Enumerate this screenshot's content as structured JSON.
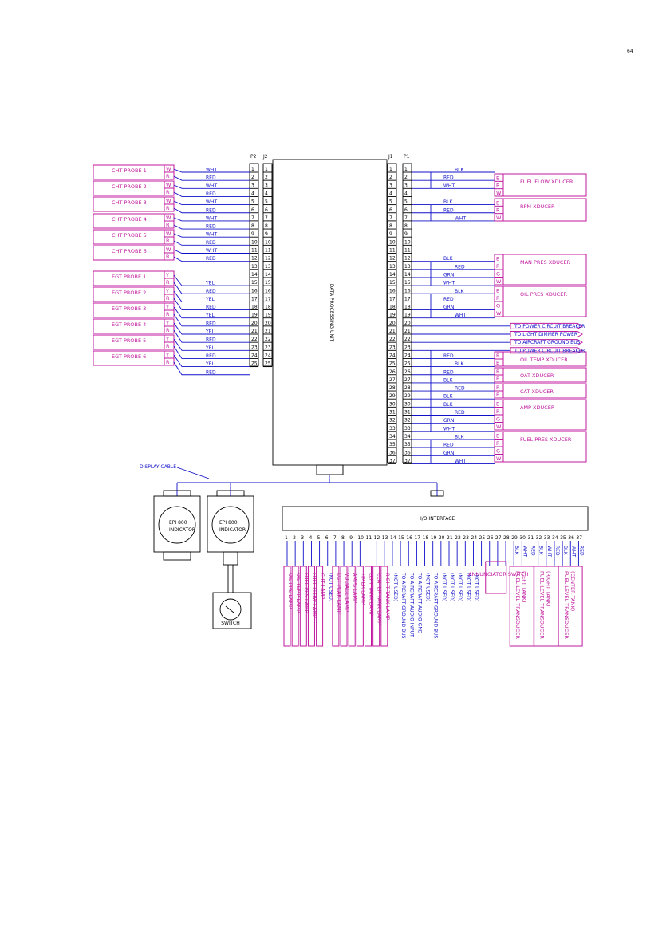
{
  "page_number": "64",
  "connectors": {
    "p2": "P2",
    "j2": "J2",
    "j1": "J1",
    "p1": "P1"
  },
  "dpu_label": "DATA PROCESSING UNIT",
  "display_cable_label": "DISPLAY CABLE",
  "io_interface_label": "I/O INTERFACE",
  "switch_label": "SWITCH",
  "indicators": [
    {
      "model": "EPI 800",
      "sub": "INDICATOR"
    },
    {
      "model": "EPI 800",
      "sub": "INDICATOR"
    }
  ],
  "left_probes": [
    {
      "name": "CHT PROBE   1",
      "pins": [
        "W",
        "R"
      ],
      "wires": [
        "WHT",
        "RED"
      ]
    },
    {
      "name": "CHT PROBE   2",
      "pins": [
        "W",
        "R"
      ],
      "wires": [
        "WHT",
        "RED"
      ]
    },
    {
      "name": "CHT PROBE   3",
      "pins": [
        "W",
        "R"
      ],
      "wires": [
        "WHT",
        "RED"
      ]
    },
    {
      "name": "CHT PROBE   4",
      "pins": [
        "W",
        "R"
      ],
      "wires": [
        "WHT",
        "RED"
      ]
    },
    {
      "name": "CHT PROBE   5",
      "pins": [
        "W",
        "R"
      ],
      "wires": [
        "WHT",
        "RED"
      ]
    },
    {
      "name": "CHT PROBE   6",
      "pins": [
        "W",
        "R"
      ],
      "wires": [
        "WHT",
        "RED"
      ]
    },
    {
      "name": "EGT PROBE   1",
      "pins": [
        "Y",
        "R"
      ],
      "wires": [
        "YEL",
        "RED"
      ]
    },
    {
      "name": "EGT PROBE   2",
      "pins": [
        "Y",
        "R"
      ],
      "wires": [
        "YEL",
        "RED"
      ]
    },
    {
      "name": "EGT PROBE   3",
      "pins": [
        "Y",
        "R"
      ],
      "wires": [
        "YEL",
        "RED"
      ]
    },
    {
      "name": "EGT PROBE   4",
      "pins": [
        "Y",
        "R"
      ],
      "wires": [
        "YEL",
        "RED"
      ]
    },
    {
      "name": "EGT PROBE   5",
      "pins": [
        "Y",
        "R"
      ],
      "wires": [
        "YEL",
        "RED"
      ]
    },
    {
      "name": "EGT PROBE   6",
      "pins": [
        "Y",
        "R"
      ],
      "wires": [
        "YEL",
        "RED"
      ]
    }
  ],
  "right_pin_wires": [
    "BLK",
    "RED",
    "WHT",
    "",
    "BLK",
    "RED",
    "WHT",
    "",
    "",
    "",
    "",
    "BLK",
    "RED",
    "GRN",
    "WHT",
    "BLK",
    "RED",
    "GRN",
    "WHT",
    "",
    "",
    "",
    "",
    "RED",
    "BLK",
    "RED",
    "BLK",
    "RED",
    "BLK",
    "BLK",
    "RED",
    "GRN",
    "WHT",
    "BLK",
    "RED",
    "GRN",
    "WHT"
  ],
  "right_boxes": [
    {
      "name": "FUEL FLOW XDUCER",
      "pins": [
        "B",
        "R",
        "W"
      ]
    },
    {
      "name": "RPM XDUCER",
      "pins": [
        "B",
        "R",
        "W"
      ]
    },
    {
      "name": "MAN PRES XDUCER",
      "pins": [
        "B",
        "R",
        "G",
        "W"
      ]
    },
    {
      "name": "OIL PRES XDUCER",
      "pins": [
        "B",
        "R",
        "G",
        "W"
      ]
    },
    {
      "name": "OIL TEMP XDUCER",
      "pins": [
        "R",
        "B"
      ]
    },
    {
      "name": "OAT XDUCER",
      "pins": [
        "R",
        "B"
      ]
    },
    {
      "name": "CAT XDUCER",
      "pins": [
        "R",
        "B"
      ]
    },
    {
      "name": "AMP XDUCER",
      "pins": [
        "B",
        "R",
        "G",
        "W"
      ]
    },
    {
      "name": "FUEL PRES XDUCER",
      "pins": [
        "B",
        "R",
        "G",
        "W"
      ]
    }
  ],
  "power_labels": [
    "TO POWER CIRCUIT BREAKER",
    "TO LIGHT DIMMER POWER",
    "TO AIRCRAFT GROUND BUS",
    "TO POWER CIRCUIT BREAKER"
  ],
  "io_pins": [
    "1",
    "2",
    "3",
    "4",
    "5",
    "6",
    "7",
    "8",
    "9",
    "10",
    "11",
    "12",
    "13",
    "14",
    "15",
    "16",
    "17",
    "18",
    "19",
    "20",
    "21",
    "22",
    "23",
    "24",
    "25",
    "26",
    "27",
    "28",
    "29",
    "30",
    "31",
    "32",
    "33",
    "34",
    "35",
    "36",
    "37"
  ],
  "io_bottom_labels": [
    "OIL PRS LAMP",
    "OIL TEMP LAMP",
    "FUEL PRS LAMP",
    "FUEL FLOW LAMP",
    "CHT LAMP",
    "(NOT USED)",
    "EGT PEAK LAMP",
    "VOLTAGE LAMP",
    "AMPS LAMP",
    "TIMER LAMP",
    "LEFT TANK LAMP",
    "CENTER TANK LAMP",
    "RIGHT TANK LAMP",
    "(NOT USED)",
    "TO AIRCRAFT GROUND BUS",
    "TO AIRCRAFT AUDIO INPUT",
    "TO AIRCRAFT AUDIO GND",
    "(NOT USED)",
    "TO AIRCRAFT GROUND BUS",
    "(NOT USED)",
    "(NOT USED)",
    "(NOT USED)",
    "(NOT USED)",
    "(NOT USED)"
  ],
  "fuel_level_groups": [
    {
      "title": "FUEL LEVEL TRANSDUCER",
      "tank": "(LEFT TANK)",
      "wires": [
        "BLK",
        "WHT",
        "RED"
      ]
    },
    {
      "title": "FUEL LEVEL TRANSDUCER",
      "tank": "(RIGHT TANK)",
      "wires": [
        "BLK",
        "WHT",
        "RED"
      ]
    },
    {
      "title": "FUEL LEVEL TRANSDUCER",
      "tank": "(CENTER TANK)",
      "wires": [
        "BLK",
        "WHT",
        "RED"
      ]
    }
  ],
  "annunciator_label": "ANNUNCIATOR SWITCH",
  "colors": {
    "pink": "#c0189e",
    "blue": "#1010c8",
    "black": "#000000"
  }
}
